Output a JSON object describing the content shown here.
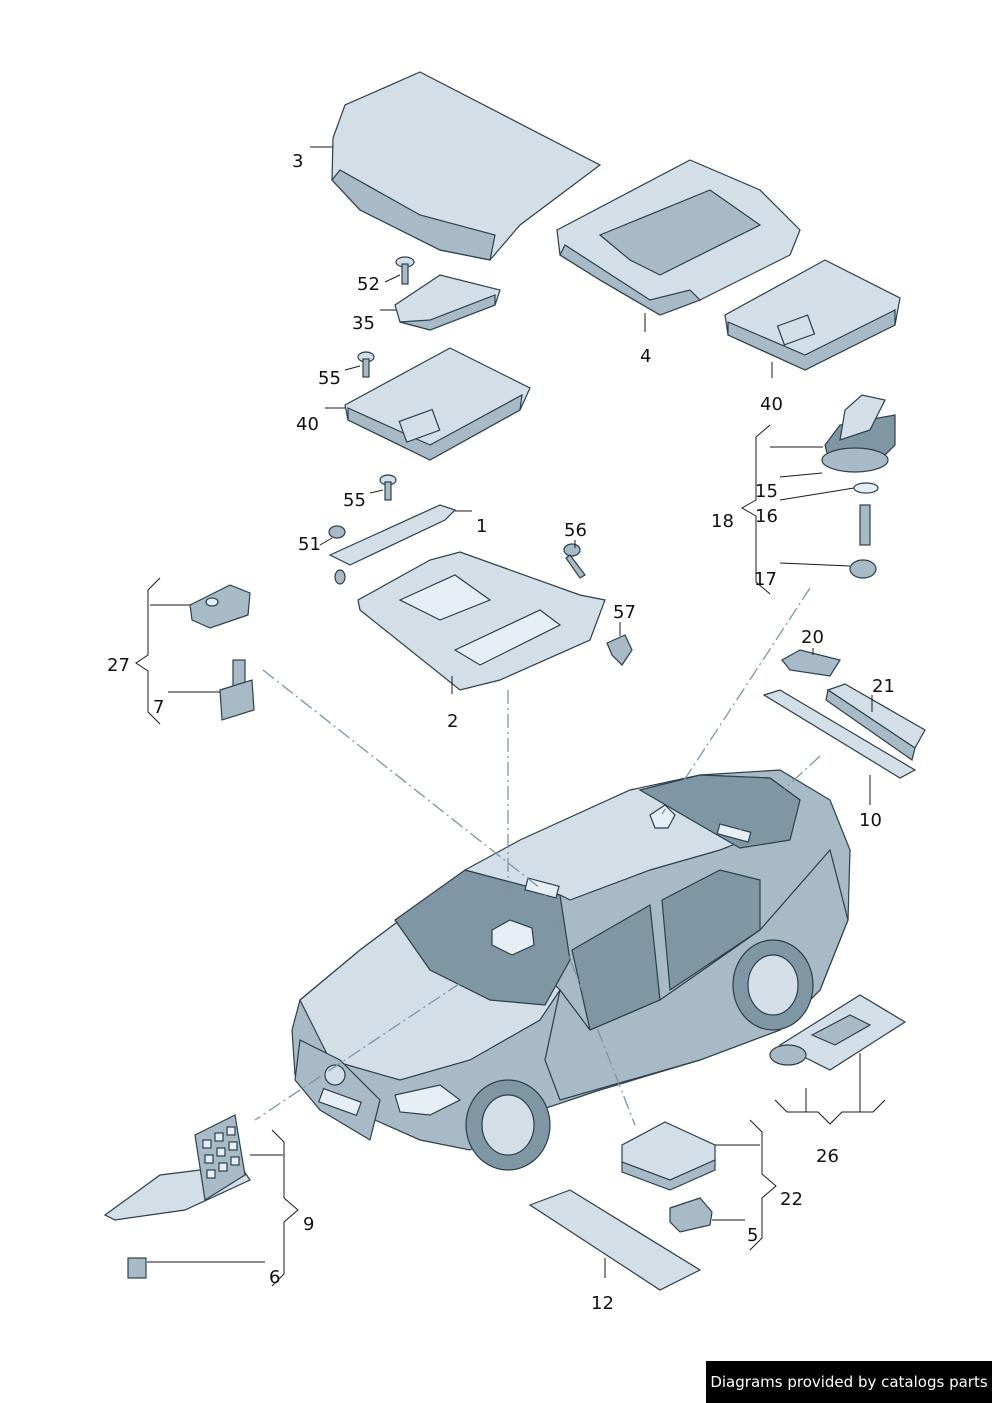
{
  "callouts": {
    "c1": "1",
    "c2": "2",
    "c3": "3",
    "c4": "4",
    "c5": "5",
    "c6": "6",
    "c7": "7",
    "c9": "9",
    "c10": "10",
    "c12": "12",
    "c15": "15",
    "c16": "16",
    "c17": "17",
    "c18": "18",
    "c20": "20",
    "c21": "21",
    "c22": "22",
    "c26": "26",
    "c27": "27",
    "c35": "35",
    "c40a": "40",
    "c40b": "40",
    "c51": "51",
    "c52": "52",
    "c55a": "55",
    "c55b": "55",
    "c56": "56",
    "c57": "57"
  },
  "footer": {
    "credit": "Diagrams provided by catalogs parts"
  },
  "colors": {
    "part_dark": "#7f96a5",
    "part_mid": "#a7bac6",
    "part_light": "#d3dee6",
    "outline": "#2b3f4c",
    "dashed_leader": "#7a95a8"
  }
}
